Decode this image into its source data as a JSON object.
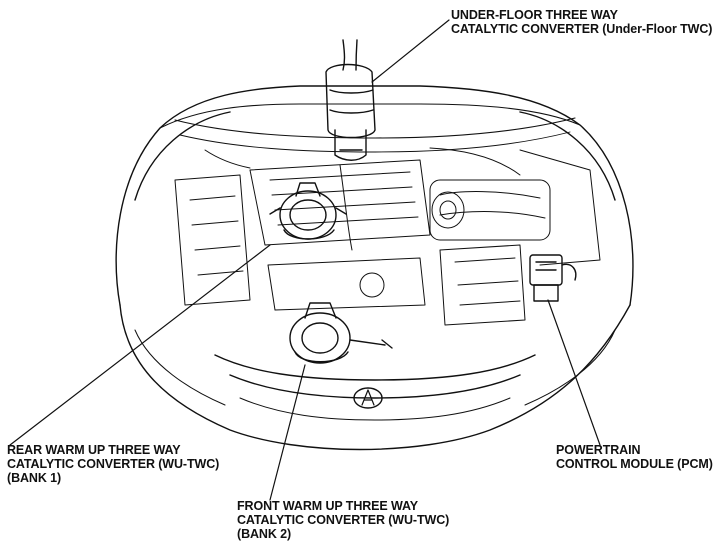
{
  "labels": {
    "underfloor": {
      "line1": "UNDER-FLOOR THREE WAY",
      "line2": "CATALYTIC CONVERTER (Under-Floor TWC)"
    },
    "rear": {
      "line1": "REAR WARM UP THREE WAY",
      "line2": "CATALYTIC CONVERTER (WU-TWC)",
      "line3": "(BANK 1)"
    },
    "front": {
      "line1": "FRONT WARM UP THREE WAY",
      "line2": "CATALYTIC CONVERTER (WU-TWC)",
      "line3": "(BANK 2)"
    },
    "pcm": {
      "line1": "POWERTRAIN",
      "line2": "CONTROL MODULE (PCM)"
    }
  },
  "colors": {
    "ink": "#111111",
    "background": "#ffffff"
  }
}
